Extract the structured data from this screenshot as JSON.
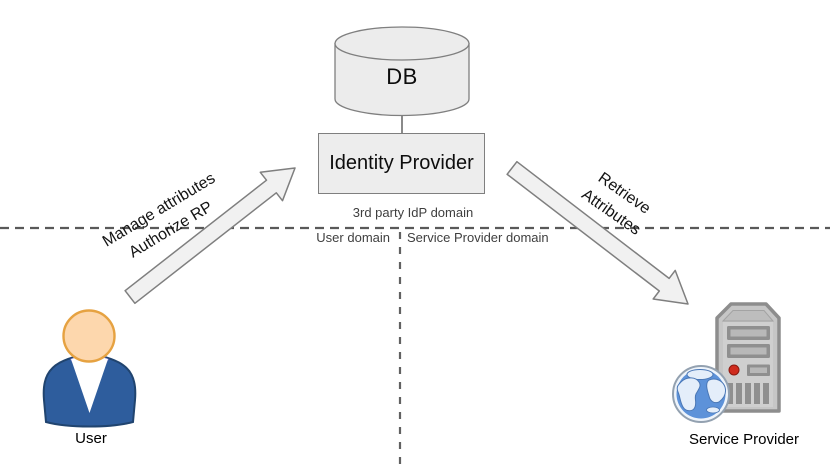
{
  "database": {
    "label": "DB"
  },
  "identity_provider": {
    "label": "Identity Provider"
  },
  "domains": {
    "idp": "3rd party IdP domain",
    "user": "User domain",
    "service_provider": "Service Provider domain"
  },
  "arrows": {
    "user_to_idp": {
      "line1": "Manage attributes",
      "line2": "Authorize RP"
    },
    "idp_to_sp": {
      "line1": "Retrieve",
      "line2": "Attributes"
    }
  },
  "actors": {
    "user": {
      "label": "User"
    },
    "service_provider": {
      "label": "Service Provider"
    }
  },
  "colors": {
    "shape_fill": "#f1f1f1",
    "shape_stroke": "#7f7f7f",
    "divider_dash": "#595959",
    "domain_text": "#3f3f3f",
    "suit_blue": "#2e5d9d",
    "skin": "#fdd7ad",
    "skin_stroke": "#e6a241",
    "server_gray": "#c6c6c6",
    "led_red": "#cf2b1d",
    "globe_ocean": "#5d92d9"
  }
}
